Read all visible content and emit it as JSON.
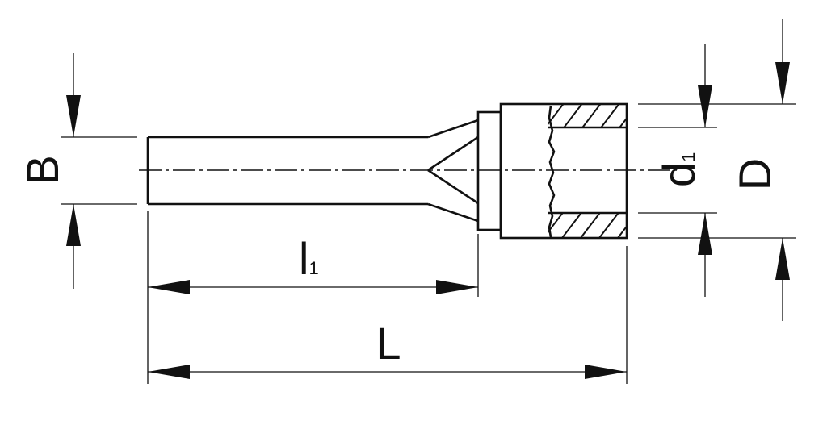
{
  "dimensions": {
    "B": {
      "letter": "B",
      "subscript": ""
    },
    "l1": {
      "letter": "l",
      "subscript": "1"
    },
    "L": {
      "letter": "L",
      "subscript": ""
    },
    "d1": {
      "letter": "d",
      "subscript": "1"
    },
    "D": {
      "letter": "D",
      "subscript": ""
    }
  },
  "colors": {
    "line": "#111111",
    "background": "#ffffff"
  }
}
